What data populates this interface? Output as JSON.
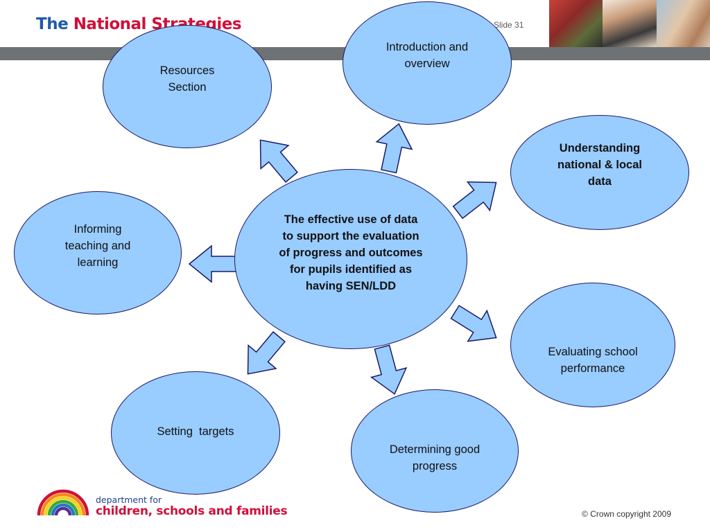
{
  "header": {
    "brand_the": "The",
    "brand_rest": "National Strategies",
    "slide_number": "Slide 31"
  },
  "diagram": {
    "center": "The effective use of data to support the evaluation of progress and outcomes for pupils identified as having SEN/LDD",
    "nodes": {
      "resources": "Resources Section",
      "introduction": "Introduction and overview",
      "understanding": "Understanding national & local data",
      "informing": "Informing teaching and learning",
      "evaluating": "Evaluating school performance",
      "setting": "Setting  targets",
      "determining": "Determining good progress"
    }
  },
  "footer": {
    "dept_small": "department for",
    "dept_large": "children, schools and families",
    "copyright": "© Crown copyright 2009"
  },
  "colors": {
    "bubble_fill": "#99ccff",
    "bubble_border": "#1a1a66",
    "header_band": "#6f7274",
    "brand_red": "#d0103a",
    "brand_blue": "#1f5aa6"
  }
}
